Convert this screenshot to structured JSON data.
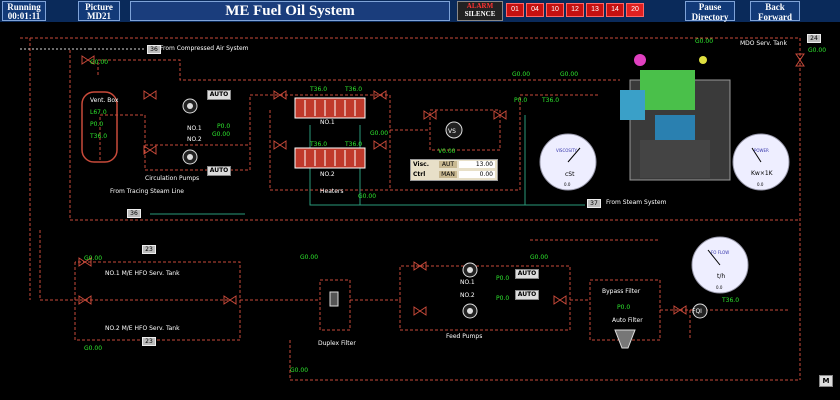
{
  "header": {
    "running_label": "Running",
    "running_time": "00:01:11",
    "picture_label": "Picture",
    "picture_id": "MD21",
    "title": "ME Fuel Oil System",
    "alarm_label": "ALARM",
    "silence_label": "SILENCE",
    "alarm_codes": [
      "01",
      "04",
      "10",
      "12",
      "13",
      "14",
      "20"
    ],
    "pause_line1": "Pause",
    "pause_line2": "Directory",
    "back_line1": "Back",
    "back_line2": "Forward"
  },
  "tags": {
    "t36_top": "36",
    "t24": "24",
    "t36_left": "36",
    "t37": "37",
    "t23_top": "23",
    "t23_bot": "23"
  },
  "labels": {
    "from_compressed_air": "From Compressed Air System",
    "mdo_serv_tank": "MDO Serv. Tank",
    "vent_box": "Vent. Box",
    "circulation_pumps": "Circulation Pumps",
    "from_tracing_steam": "From Tracing Steam Line",
    "heaters": "Heaters",
    "from_steam_system": "From Steam System",
    "no1_hfo_tank": "NO.1 M/E HFO Serv. Tank",
    "no2_hfo_tank": "NO.2 M/E HFO Serv. Tank",
    "duplex_filter": "Duplex Filter",
    "feed_pumps": "Feed Pumps",
    "bypass_filter": "Bypass Filter",
    "auto_filter": "Auto Filter",
    "no1_circ": "NO.1",
    "no2_circ": "NO.2",
    "no1_heater": "NO.1",
    "no2_heater": "NO.2",
    "no1_feed": "NO.1",
    "no2_feed": "NO.2",
    "vs": "VS",
    "fqi": "FQI",
    "m_button": "M"
  },
  "readings": {
    "vent_l": "L67.0",
    "vent_p": "P0.0",
    "vent_t": "T36.0",
    "g_air": "G0.00",
    "g_top1": "G0.00",
    "g_top2": "G0.00",
    "g_top3": "G0.00",
    "circ_p": "P0.0",
    "circ_g": "G0.00",
    "h1_t1": "T36.0",
    "h1_t2": "T36.0",
    "h2_t1": "T36.0",
    "h2_t2": "T36.0",
    "h1_g": "G0.00",
    "h2_g": "G0.00",
    "p_right": "P0.0",
    "t_right": "T36.0",
    "v_visc": "V0.00",
    "g_tank1": "G0.00",
    "g_tank2": "G0.00",
    "g_duplex": "G0.00",
    "g_feed": "G0.00",
    "p_feed1": "P0.0",
    "p_feed2": "P0.0",
    "p_bypass": "P0.0",
    "t_fqi": "T36.0",
    "g_bottom": "G0.00",
    "g_mdo": "G0.00"
  },
  "auto_buttons": {
    "circ1": "AUTO",
    "circ2": "AUTO",
    "feed1": "AUTO",
    "feed2": "AUTO"
  },
  "visc_control": {
    "visc_label": "Visc.",
    "visc_mode": "AUT",
    "visc_value": "13.00",
    "ctrl_label": "Ctrl",
    "ctrl_mode": "MAN",
    "ctrl_value": "0.00"
  },
  "gauges": {
    "viscosity": {
      "title": "VISCOSITY",
      "unit": "cSt",
      "zero": "0.0"
    },
    "power": {
      "title": "POWER",
      "unit": "Kw×1K",
      "zero": "0.0"
    },
    "fo_flow": {
      "title": "FO FLOW",
      "unit": "t/h",
      "zero": "0.0"
    }
  },
  "colors": {
    "pipe_fuel": "#c84a3a",
    "pipe_air": "#d8d8d8",
    "pipe_steam": "#2a9a7a",
    "reading": "#2ee82e",
    "alarm_code": "#c51010"
  }
}
